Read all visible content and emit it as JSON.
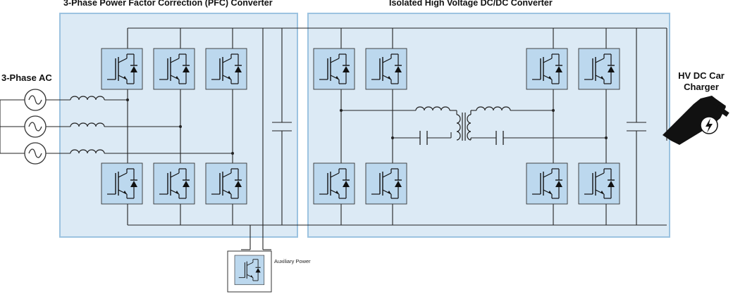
{
  "titles": {
    "pfc": "3-Phase Power Factor Correction (PFC) Converter",
    "dcdc": "Isolated High Voltage DC/DC Converter"
  },
  "labels": {
    "ac_source": "3-Phase AC",
    "charger_line1": "HV DC  Car",
    "charger_line2": "Charger",
    "aux_power": "Auxiliary Power"
  },
  "colors": {
    "block_fill": "#dceaf5",
    "block_border": "#9cc3e0",
    "switch_fill": "#bcd8ee",
    "wire": "#222222"
  },
  "icons": [
    "ac-source-icon",
    "inductor-icon",
    "capacitor-icon",
    "igbt-switch-icon",
    "transformer-icon",
    "ev-charger-plug-icon",
    "lightning-icon"
  ]
}
